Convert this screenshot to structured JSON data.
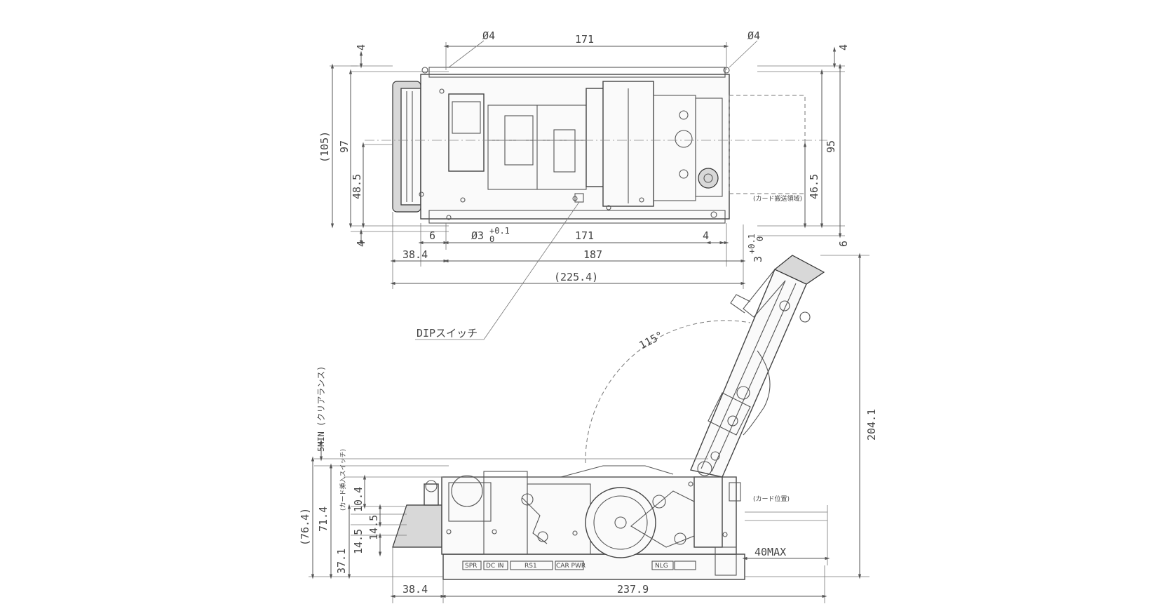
{
  "top_view": {
    "hole_top_left": "Ø4",
    "width_top": "171",
    "hole_top_right": "Ø4",
    "margin_top_left": "4",
    "margin_top_right": "4",
    "height_overall": "(105)",
    "height_97": "97",
    "height_48_5": "48.5",
    "margin_bottom_left": "4",
    "height_95": "95",
    "height_46_5": "46.5",
    "margin_bottom_right": "6",
    "card_transfer_note": "(カード搬送領域)",
    "offset_6": "6",
    "hole_bottom": "Ø3",
    "hole_bottom_tol": "+0.1",
    "hole_bottom_tol2": "0",
    "width_bottom": "171",
    "offset_4": "4",
    "slot_bottom_right": "3",
    "slot_tol": "+0.1",
    "slot_tol2": "0",
    "front_38_4": "38.4",
    "length_187": "187",
    "length_total": "(225.4)",
    "dip_switch_label": "DIPスイッチ"
  },
  "side_view": {
    "angle": "115°",
    "clearance_label": "5MIN (クリアランス)",
    "height_204_1": "204.1",
    "height_76_4": "(76.4)",
    "height_71_4": "71.4",
    "height_37_1": "37.1",
    "card_switch_note": "(カード挿入スイッチ)",
    "dim_10_4": "10.4",
    "dim_14_5_a": "14.5",
    "dim_14_5_b": "14.5",
    "card_position_note": "(カード位置)",
    "max_40": "40MAX",
    "front_38_4": "38.4",
    "length_237_9": "237.9"
  },
  "pcb_labels": [
    "SPR",
    "DC IN",
    "RS1",
    "CAR PWR",
    "NLG"
  ]
}
